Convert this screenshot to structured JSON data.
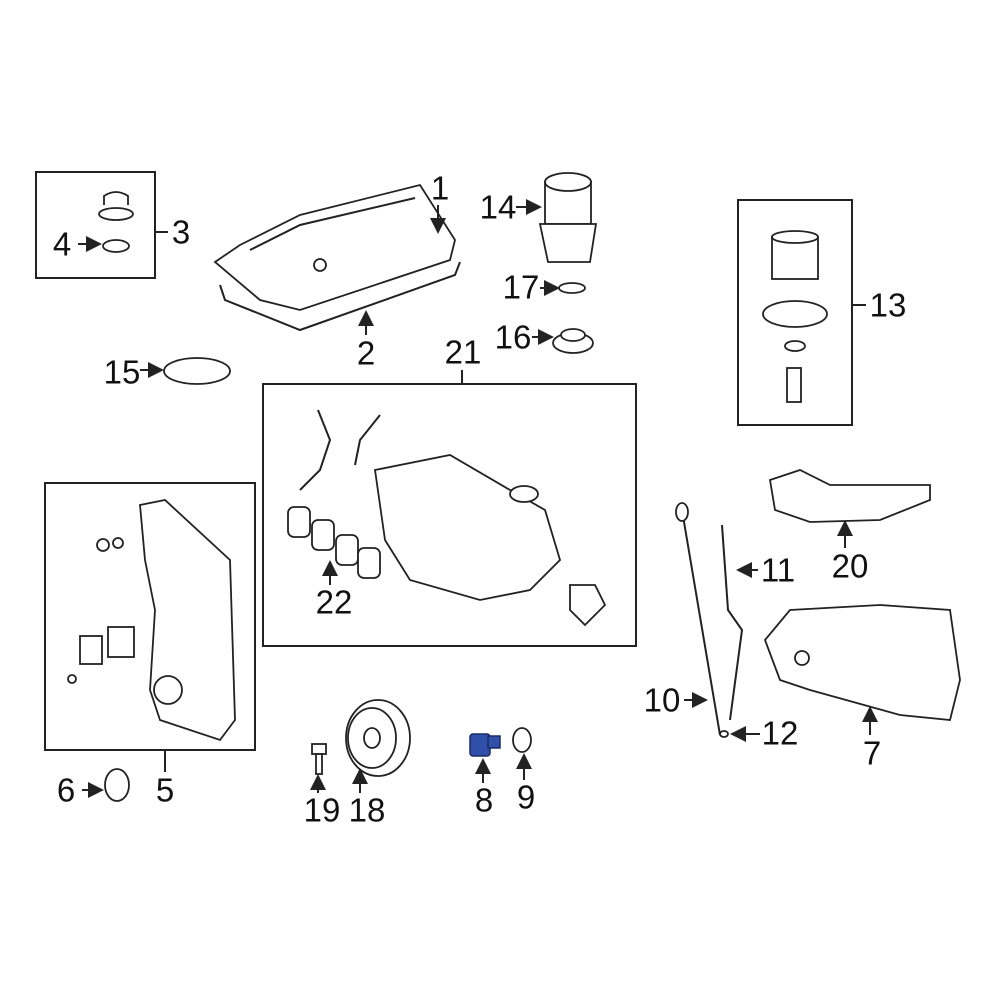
{
  "diagram": {
    "highlight_color": "#2f4fa8",
    "highlighted_part": "8",
    "callouts": [
      {
        "id": "c1",
        "label": "1"
      },
      {
        "id": "c2",
        "label": "2"
      },
      {
        "id": "c3",
        "label": "3"
      },
      {
        "id": "c4",
        "label": "4"
      },
      {
        "id": "c5",
        "label": "5"
      },
      {
        "id": "c6",
        "label": "6"
      },
      {
        "id": "c7",
        "label": "7"
      },
      {
        "id": "c8",
        "label": "8"
      },
      {
        "id": "c9",
        "label": "9"
      },
      {
        "id": "c10",
        "label": "10"
      },
      {
        "id": "c11",
        "label": "11"
      },
      {
        "id": "c12",
        "label": "12"
      },
      {
        "id": "c13",
        "label": "13"
      },
      {
        "id": "c14",
        "label": "14"
      },
      {
        "id": "c15",
        "label": "15"
      },
      {
        "id": "c16",
        "label": "16"
      },
      {
        "id": "c17",
        "label": "17"
      },
      {
        "id": "c18",
        "label": "18"
      },
      {
        "id": "c19",
        "label": "19"
      },
      {
        "id": "c20",
        "label": "20"
      },
      {
        "id": "c21",
        "label": "21"
      },
      {
        "id": "c22",
        "label": "22"
      }
    ]
  }
}
